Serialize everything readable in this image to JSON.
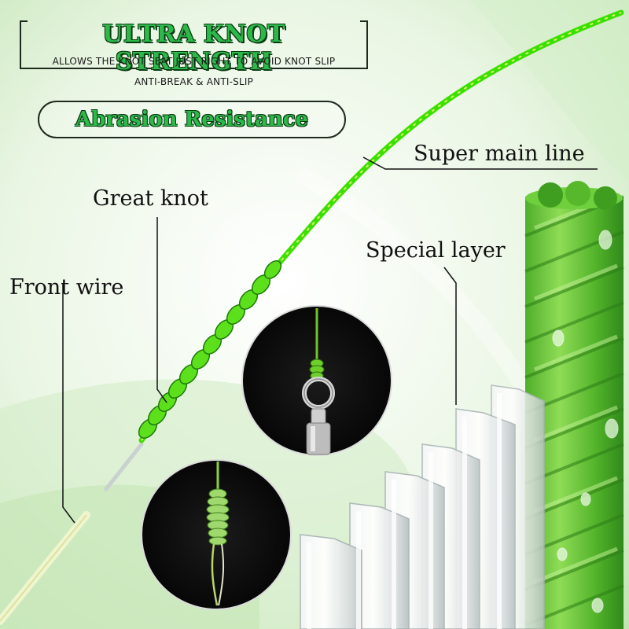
{
  "header": {
    "title": "ULTRA KNOT STRENGTH",
    "subtitle": "ALLOWS THE KNOT SEAT JUST RIGHT TO AVOID KNOT SLIP",
    "tagline": "ANTI-BREAK & ANTI-SLIP"
  },
  "feature": {
    "label": "Abrasion Resistance"
  },
  "callouts": {
    "main_line": "Super main line",
    "great_knot": "Great knot",
    "special_layer": "Special layer",
    "front_wire": "Front wire"
  },
  "colors": {
    "accent_green": "#2db84a",
    "line_green": "#3ce000",
    "dark_outline": "#0b3b13"
  }
}
